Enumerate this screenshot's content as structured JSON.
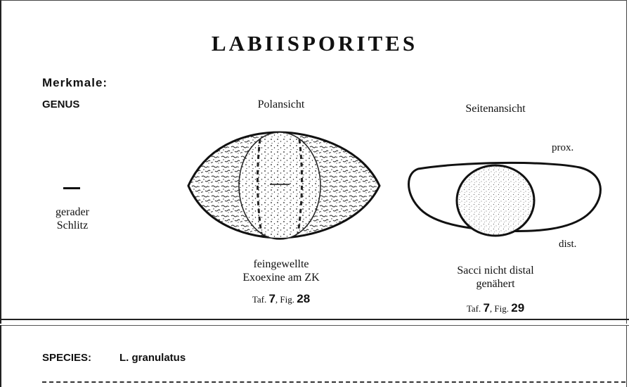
{
  "title": "LABIISPORITES",
  "merkmale_label": "Merkmale:",
  "genus_label": "GENUS",
  "slit": {
    "line1": "gerader",
    "line2": "Schlitz"
  },
  "polar_view": {
    "heading": "Polansicht",
    "caption_line1": "feingewellte",
    "caption_line2": "Exoexine am ZK",
    "plate_prefix": "Taf.",
    "plate_number": "7",
    "fig_prefix": ", Fig.",
    "fig_number": "28"
  },
  "side_view": {
    "heading": "Seitenansicht",
    "label_prox": "prox.",
    "label_dist": "dist.",
    "caption_line1": "Sacci nicht distal",
    "caption_line2": "genähert",
    "plate_prefix": "Taf.",
    "plate_number": "7",
    "fig_prefix": ", Fig.",
    "fig_number": "29"
  },
  "species": {
    "label": "SPECIES:",
    "name": "L. granulatus"
  }
}
